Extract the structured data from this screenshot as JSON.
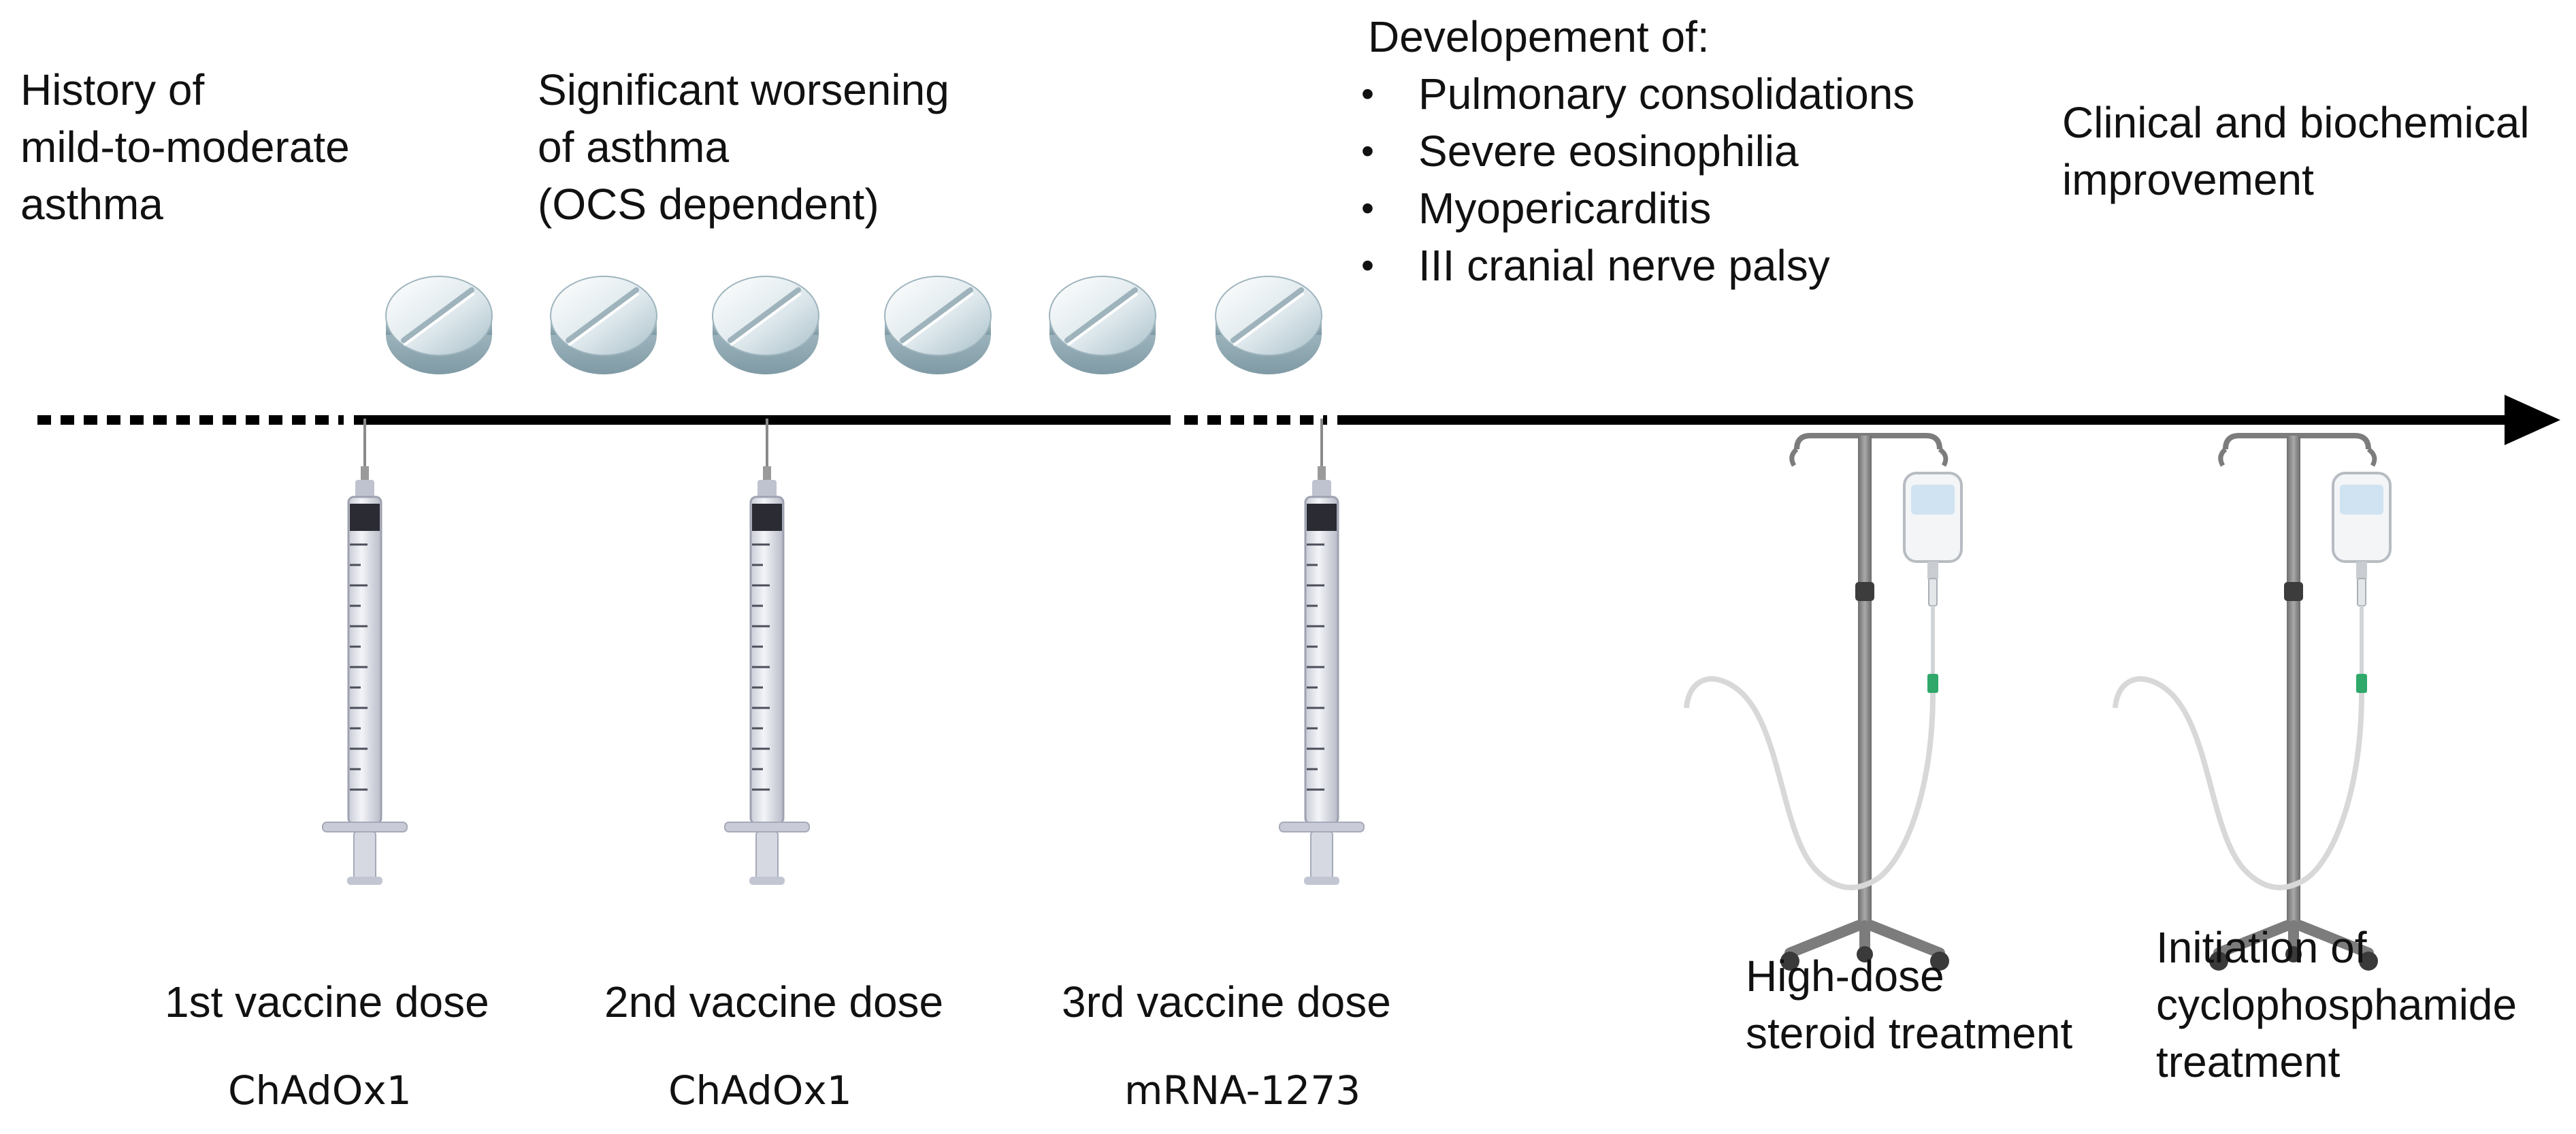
{
  "top_labels": {
    "history": [
      "History of",
      "mild-to-moderate",
      "asthma"
    ],
    "worsening": [
      "Significant worsening",
      "of asthma",
      "(OCS dependent)"
    ],
    "development": {
      "heading": "Developement of:",
      "items": [
        "Pulmonary consolidations",
        "Severe eosinophilia",
        "Myopericarditis",
        "III cranial nerve palsy"
      ]
    },
    "improvement": [
      "Clinical and biochemical",
      "improvement"
    ]
  },
  "doses": [
    {
      "label": "1st vaccine dose",
      "vaccine": "ChAdOx1"
    },
    {
      "label": "2nd vaccine dose",
      "vaccine": "ChAdOx1"
    },
    {
      "label": "3rd vaccine dose",
      "vaccine": "mRNA-1273"
    }
  ],
  "treatments": [
    {
      "lines": [
        "High-dose",
        "steroid treatment"
      ]
    },
    {
      "lines": [
        "Initiation of",
        "cyclophosphamide",
        "treatment"
      ]
    }
  ],
  "icons": {
    "pill": "pill-tablet-icon",
    "syringe": "syringe-icon",
    "iv": "iv-drip-stand-icon"
  },
  "colors": {
    "timeline": "#000000",
    "pill_light": "#eef4f6",
    "pill_dark": "#8da7b2",
    "iv_pole": "#8a8a8a",
    "iv_clamp": "#2fa86a"
  }
}
